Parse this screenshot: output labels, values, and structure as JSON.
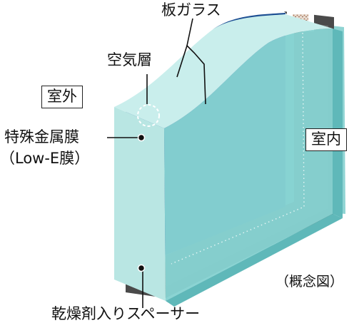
{
  "labels": {
    "sheet_glass": "板ガラス",
    "air_layer": "空気層",
    "outdoor": "室外",
    "indoor": "室内",
    "metal_film": "特殊金属膜",
    "low_e": "（Low-E膜）",
    "concept": "（概念図）",
    "spacer": "乾燥剤入りスペーサー"
  },
  "colors": {
    "glass_face": "#7fcfd0",
    "glass_edge": "#b8e6e4",
    "air_layer": "#1d4f93",
    "spacer_dark": "#3c3c3c",
    "spacer_mid": "#6e6e6e",
    "desiccant": "#c9a78e"
  },
  "icons": {
    "air_marker": "dashed-circle-icon",
    "film_marker": "dot-icon"
  }
}
